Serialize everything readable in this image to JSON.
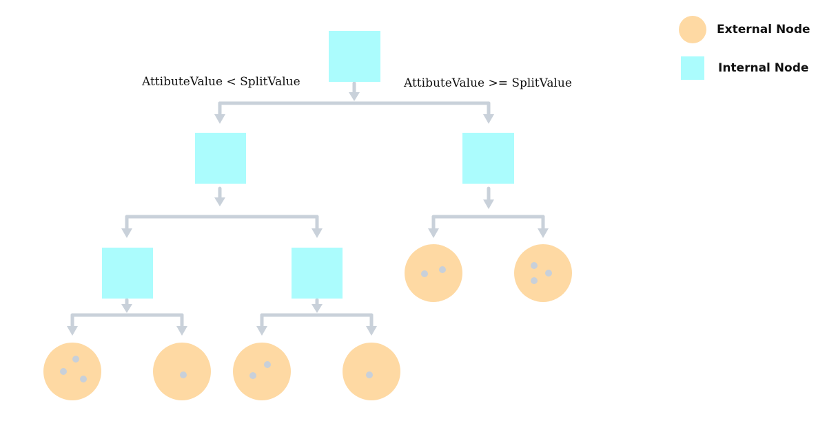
{
  "labels": {
    "left_split": "AttibuteValue < SplitValue",
    "right_split": "AttibuteValue >= SplitValue"
  },
  "legend": {
    "external": "External Node",
    "internal": "Internal Node"
  },
  "colors": {
    "internal_node": "#abfcfd",
    "external_node": "#fed9a3",
    "connector": "#c9d1da",
    "point": "#c8d0da"
  },
  "tree": {
    "root_type": "internal",
    "internal_nodes": 5,
    "external_nodes": 6,
    "points_per_leaf": [
      3,
      1,
      2,
      1,
      2,
      3
    ]
  }
}
